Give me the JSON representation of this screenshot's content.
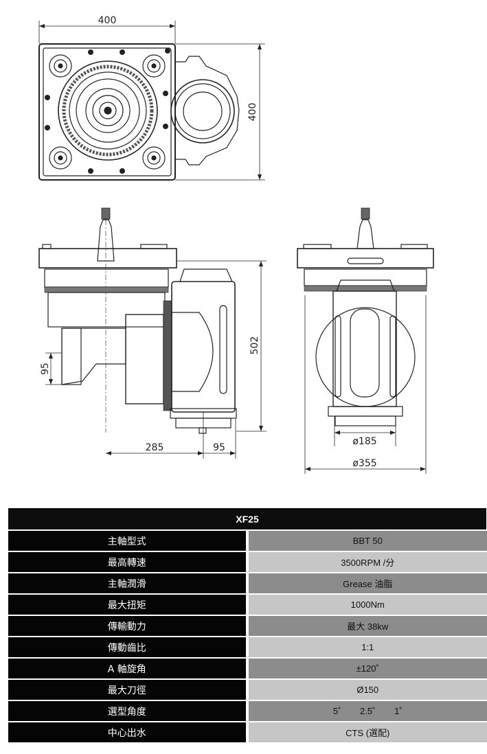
{
  "drawing": {
    "top_view": {
      "width_dim": "400",
      "height_dim": "400"
    },
    "side_view": {
      "height_dim": "502",
      "offset_dim": "95",
      "length_dim": "285",
      "nose_dim": "95"
    },
    "front_view": {
      "inner_dia": "ø185",
      "outer_dia": "ø355"
    }
  },
  "spec_table": {
    "title": "XF25",
    "rows": [
      {
        "label": "主軸型式",
        "value": "BBT 50"
      },
      {
        "label": "最高轉速",
        "value": "3500RPM /分"
      },
      {
        "label": "主軸潤滑",
        "value": "Grease 油脂"
      },
      {
        "label": "最大扭矩",
        "value": "1000Nm"
      },
      {
        "label": "傳輸動力",
        "value": "最大 38kw"
      },
      {
        "label": "傳動齒比",
        "value": "1:1"
      },
      {
        "label": "A 軸旋角",
        "value": "±120˚"
      },
      {
        "label": "最大刀徑",
        "value": "Ø150"
      },
      {
        "label": "選型角度",
        "value_parts": [
          "5˚",
          "2.5˚",
          "1˚"
        ]
      },
      {
        "label": "中心出水",
        "value": "CTS (選配)"
      }
    ]
  }
}
